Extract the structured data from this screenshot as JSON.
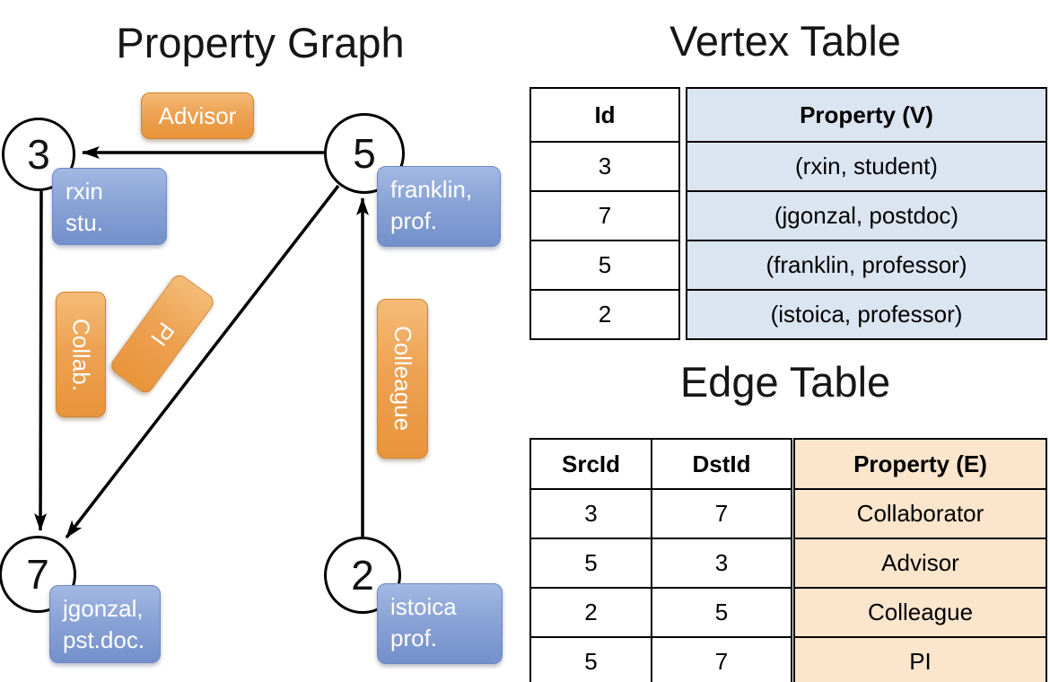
{
  "colors": {
    "vertex_accent": "#dbe5f1",
    "edge_accent": "#fbe5cc",
    "orange_label": "#eda253",
    "blue_label": "#8aa3d6"
  },
  "graph": {
    "title": "Property Graph",
    "nodes": [
      {
        "id": "3",
        "line1": "rxin",
        "line2": "stu."
      },
      {
        "id": "5",
        "line1": "franklin,",
        "line2": "prof."
      },
      {
        "id": "7",
        "line1": "jgonzal,",
        "line2": "pst.doc."
      },
      {
        "id": "2",
        "line1": "istoica",
        "line2": "prof."
      }
    ],
    "edge_labels": {
      "advisor": "Advisor",
      "collab": "Collab.",
      "pi": "PI",
      "colleague": "Colleague"
    }
  },
  "vertex_table": {
    "title": "Vertex Table",
    "headers": {
      "id": "Id",
      "property": "Property (V)"
    },
    "rows": [
      {
        "id": "3",
        "property": "(rxin, student)"
      },
      {
        "id": "7",
        "property": "(jgonzal, postdoc)"
      },
      {
        "id": "5",
        "property": "(franklin, professor)"
      },
      {
        "id": "2",
        "property": "(istoica, professor)"
      }
    ]
  },
  "edge_table": {
    "title": "Edge Table",
    "headers": {
      "src": "SrcId",
      "dst": "DstId",
      "property": "Property (E)"
    },
    "rows": [
      {
        "src": "3",
        "dst": "7",
        "property": "Collaborator"
      },
      {
        "src": "5",
        "dst": "3",
        "property": "Advisor"
      },
      {
        "src": "2",
        "dst": "5",
        "property": "Colleague"
      },
      {
        "src": "5",
        "dst": "7",
        "property": "PI"
      }
    ]
  }
}
